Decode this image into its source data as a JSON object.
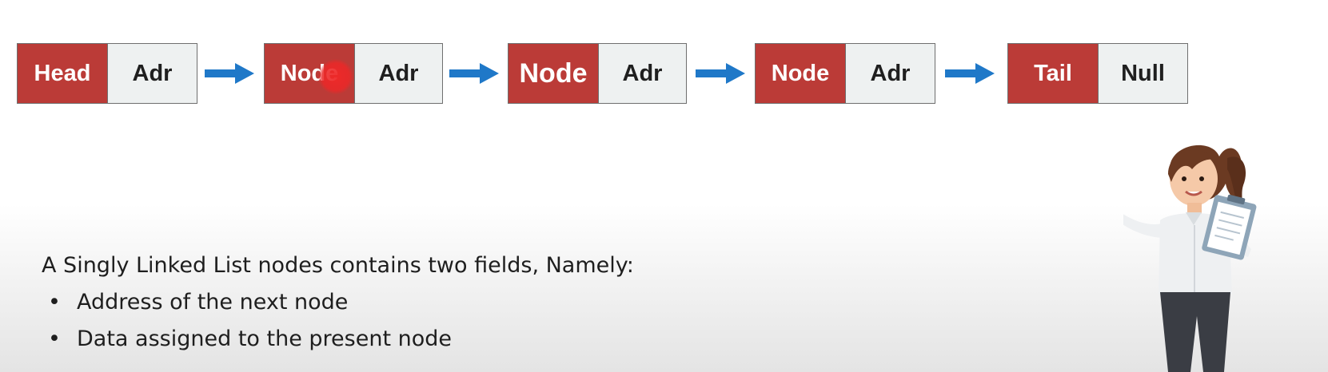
{
  "nodes": [
    {
      "data": "Head",
      "pointer": "Adr"
    },
    {
      "data": "Node",
      "pointer": "Adr"
    },
    {
      "data": "Node",
      "pointer": "Adr"
    },
    {
      "data": "Node",
      "pointer": "Adr"
    },
    {
      "data": "Tail",
      "pointer": "Null"
    }
  ],
  "description": {
    "intro": "A Singly Linked List nodes contains two fields, Namely:",
    "bullets": [
      "Address of the next node",
      "Data assigned to the present node"
    ]
  },
  "colors": {
    "data_cell": "#bb3b37",
    "pointer_cell": "#eef1f1",
    "arrow": "#1f78c8"
  }
}
